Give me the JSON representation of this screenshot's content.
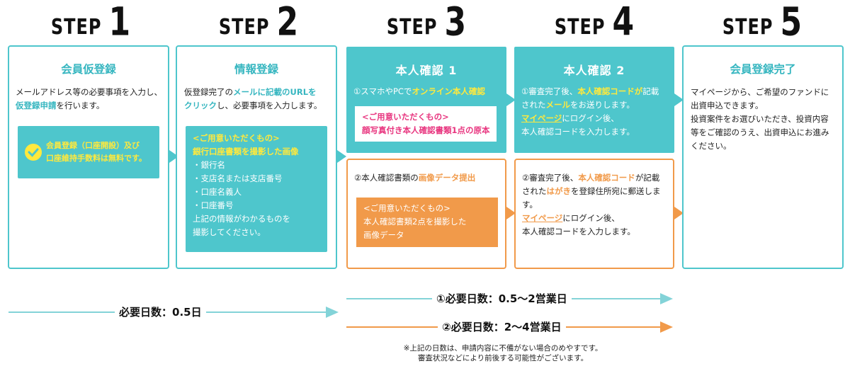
{
  "steps": [
    {
      "word": "STEP",
      "num": "1"
    },
    {
      "word": "STEP",
      "num": "2"
    },
    {
      "word": "STEP",
      "num": "3"
    },
    {
      "word": "STEP",
      "num": "4"
    },
    {
      "word": "STEP",
      "num": "5"
    }
  ],
  "step1": {
    "title": "会員仮登録",
    "line1": "メールアドレス等の必要事項を入力し、",
    "line2_hl": "仮登録申請",
    "line2_rest": "を行います。",
    "badge_line1": "会員登録（口座開設）及び",
    "badge_line2": "口座維持手数料は無料です。"
  },
  "step2": {
    "title": "情報登録",
    "l1a": "仮登録完了の",
    "l1b": "メールに記載のURLを",
    "l2a": "クリック",
    "l2b": "し、必要事項を入力します。",
    "box_head": "<ご用意いただくもの>",
    "box_sub": "銀行口座書類を撮影した画像",
    "items": [
      "・銀行名",
      "・支店名または支店番号",
      "・口座名義人",
      "・口座番号"
    ],
    "foot1": "上記の情報がわかるものを",
    "foot2": "撮影してください。"
  },
  "step3a": {
    "title": "本人確認 1",
    "l1a": "①スマホやPCで",
    "l1b": "オンライン本人確認",
    "box_head": "<ご用意いただくもの>",
    "box_body": "顔写真付き本人確認書類1点の原本"
  },
  "step3b": {
    "l1a": "②本人確認書類の",
    "l1b": "画像データ提出",
    "box_head": "<ご用意いただくもの>",
    "box_l1": "本人確認書類2点を撮影した",
    "box_l2": "画像データ"
  },
  "step4a": {
    "title": "本人確認 2",
    "l1a": "①審査完了後、",
    "l1b": "本人確認コードが",
    "l1c": "記載",
    "l2a": "された",
    "l2b": "メール",
    "l2c": "をお送りします。",
    "l3a": "マイページ",
    "l3b": "にログイン後、",
    "l4": "本人確認コードを入力します。"
  },
  "step4b": {
    "l1a": "②審査完了後、",
    "l1b": "本人確認コード",
    "l1c": "が記載",
    "l2a": "された",
    "l2b": "はがき",
    "l2c": "を登録住所宛に郵送しま",
    "l3": "す。",
    "l4a": "マイページ",
    "l4b": "にログイン後、",
    "l5": "本人確認コードを入力します。"
  },
  "step5": {
    "title": "会員登録完了",
    "l1": "マイページから、ご希望のファンドに",
    "l2": "出資申込できます。",
    "l3": "投資案件をお選びいただき、投資内容",
    "l4": "等をご確認のうえ、出資申込にお進み",
    "l5": "ください。"
  },
  "days": {
    "d1": "必要日数：0.5日",
    "d2": "①必要日数：0.5〜2営業日",
    "d3": "②必要日数：2〜4営業日"
  },
  "note": {
    "l1": "※上記の日数は、申請内容に不備がない場合のめやすです。",
    "l2": "審査状況などにより前後する可能性がございます。"
  },
  "colors": {
    "teal": "#4ec6cc",
    "orange": "#f19a4a",
    "yellow": "#ffe93d",
    "magenta": "#e8357f"
  }
}
